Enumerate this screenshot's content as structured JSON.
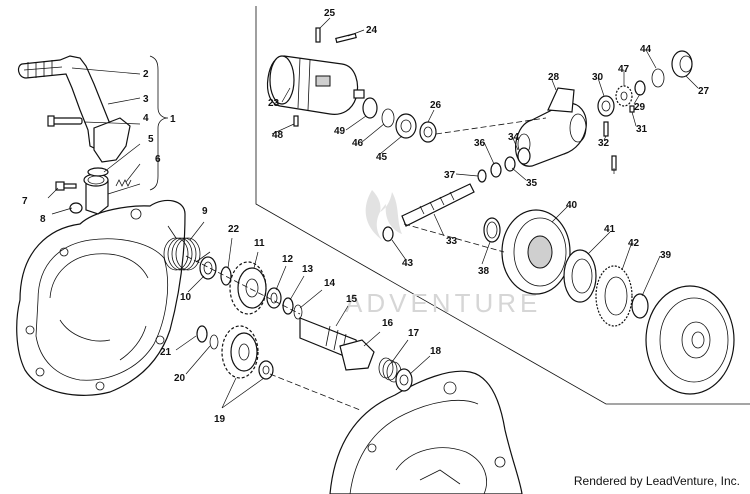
{
  "watermark": {
    "text": "ADVENTURE"
  },
  "footer": {
    "credit": "Rendered by LeadVenture, Inc."
  },
  "callouts": [
    "1",
    "2",
    "3",
    "4",
    "5",
    "6",
    "7",
    "8",
    "9",
    "10",
    "11",
    "12",
    "13",
    "14",
    "15",
    "16",
    "17",
    "18",
    "19",
    "20",
    "21",
    "22",
    "23",
    "24",
    "25",
    "26",
    "27",
    "28",
    "29",
    "30",
    "31",
    "32",
    "33",
    "34",
    "35",
    "36",
    "37",
    "38",
    "39",
    "40",
    "41",
    "42",
    "43",
    "44",
    "45",
    "46",
    "47",
    "48",
    "49"
  ]
}
